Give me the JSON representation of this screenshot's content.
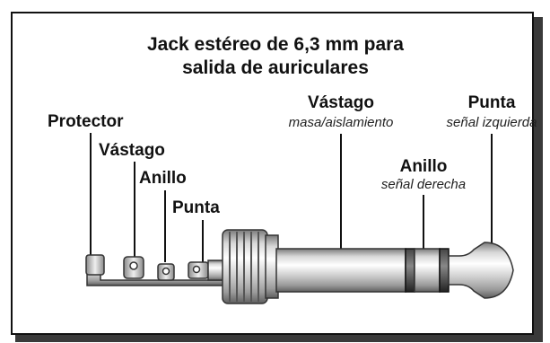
{
  "title": {
    "line1": "Jack estéreo de 6,3 mm para",
    "line2": "salida de auriculares"
  },
  "left_labels": {
    "protector": "Protector",
    "vastago": "Vástago",
    "anillo": "Anillo",
    "punta": "Punta"
  },
  "right_labels": {
    "vastago": {
      "name": "Vástago",
      "desc": "masa/aislamiento"
    },
    "anillo": {
      "name": "Anillo",
      "desc": "señal derecha"
    },
    "punta": {
      "name": "Punta",
      "desc": "señal izquierda"
    }
  },
  "colors": {
    "frame": "#111111",
    "plug_light": "#f2f2f2",
    "plug_mid": "#bdbdbd",
    "plug_dark": "#6e6e6e",
    "insulator": "#1a1a1a"
  }
}
